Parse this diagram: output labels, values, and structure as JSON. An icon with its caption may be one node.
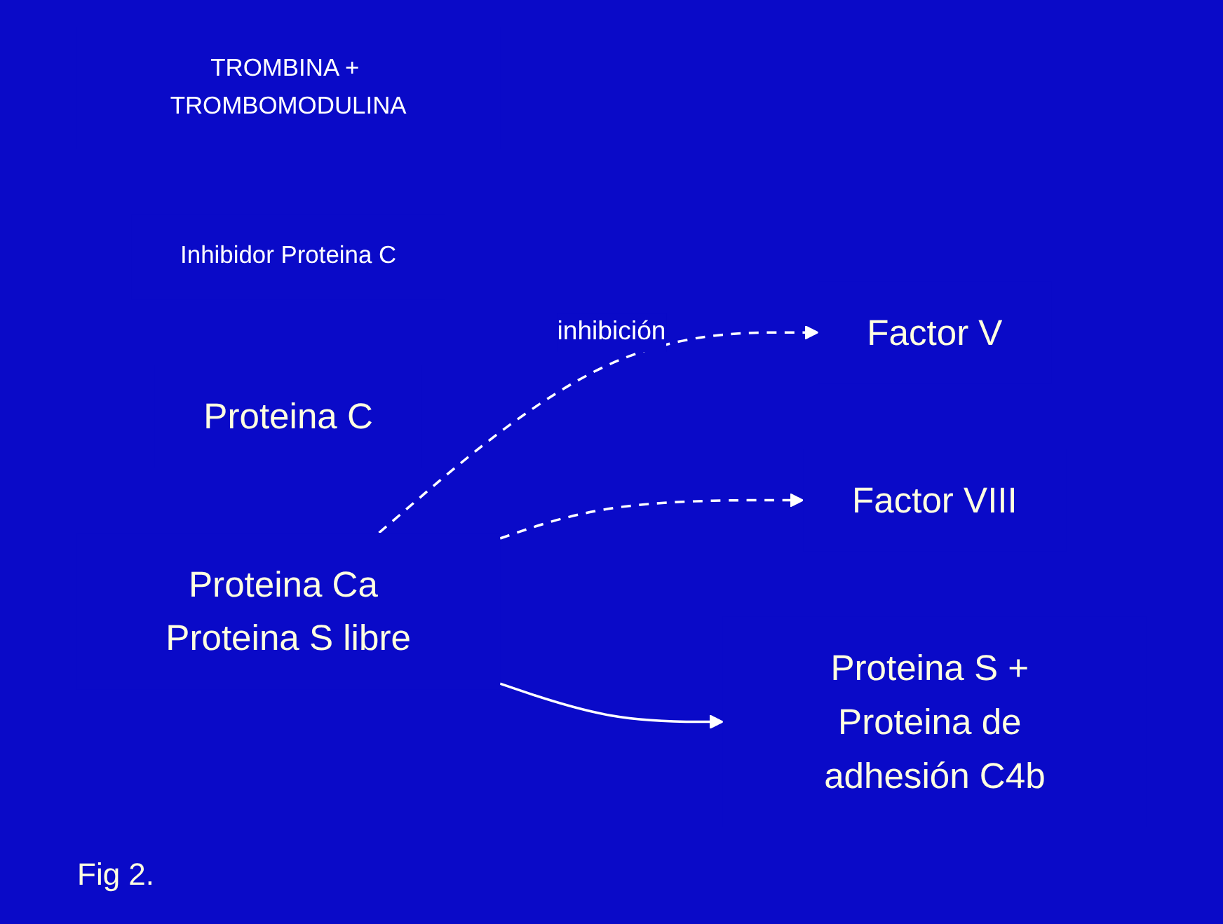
{
  "diagram": {
    "caption": "Fig 2.",
    "nodes": [
      {
        "text": [
          "TROMBINA + TROMBOMODULINA"
        ]
      },
      {
        "text": [
          "Inhibidor Proteina C"
        ]
      },
      {
        "text": [
          "Proteina C"
        ]
      },
      {
        "text": [
          "Proteina Ca Proteina S libre"
        ]
      },
      {
        "text": [
          "Factor V"
        ]
      },
      {
        "text": [
          "Factor VIII"
        ]
      },
      {
        "text": [
          "Proteina S + Proteina de adhesión C4b"
        ]
      }
    ],
    "edges": [
      {
        "from": 3,
        "to": 4,
        "arrow": "to",
        "style": "dashed",
        "label": "inhibición"
      },
      {
        "from": 3,
        "to": 5,
        "arrow": "to",
        "style": "dashed"
      },
      {
        "from": 3,
        "to": 6,
        "arrow": "to"
      }
    ]
  }
}
